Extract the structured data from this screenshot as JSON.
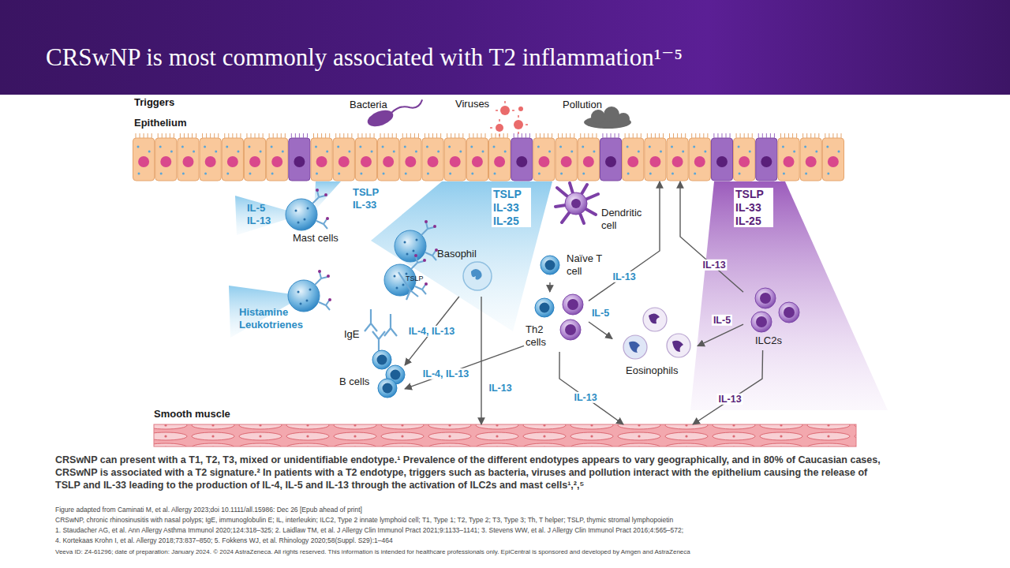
{
  "diagram": {
    "title": "CRSwNP is most commonly associated with T2 inflammation¹⁻⁵",
    "caption": "CRSwNP can present with a T1, T2, T3, mixed or unidentifiable endotype.¹ Prevalence of the different endotypes appears to vary geographically, and in 80% of Caucasian cases, CRSwNP is associated with a T2 signature.² In patients with a T2 endotype, triggers such as bacteria, viruses and pollution interact with the epithelium causing the release of TSLP and IL-33 leading to the production of IL-4, IL-5 and IL-13 through the activation of ILC2s and mast cells¹,²,⁵",
    "nodes": [
      {
        "text": [
          "Epithelium"
        ]
      },
      {
        "text": [
          "Mast cells"
        ]
      },
      {
        "text": [
          "Dendritic cell"
        ]
      },
      {
        "text": [
          "Basophil"
        ]
      },
      {
        "text": [
          "Naïve T cell"
        ]
      },
      {
        "text": [
          "Th2 cells"
        ]
      },
      {
        "text": [
          "Eosinophils"
        ]
      },
      {
        "text": [
          "ILC2s"
        ]
      },
      {
        "text": [
          "B cells"
        ]
      },
      {
        "text": [
          "Smooth muscle"
        ]
      }
    ],
    "edges": [
      {
        "from": 4,
        "to": 5,
        "arrow": "to"
      },
      {
        "from": 5,
        "to": 0,
        "label": "IL-13",
        "arrow": "to"
      },
      {
        "from": 7,
        "to": 0,
        "label": "IL-13",
        "arrow": "to"
      },
      {
        "from": 5,
        "to": 6,
        "label": "IL-5",
        "arrow": "to"
      },
      {
        "from": 7,
        "to": 6,
        "label": "IL-5",
        "arrow": "to"
      },
      {
        "from": 3,
        "to": 8,
        "label": "IL-4, IL-13",
        "arrow": "to"
      },
      {
        "from": 5,
        "to": 8,
        "label": "IL-4, IL-13",
        "arrow": "to"
      },
      {
        "from": 3,
        "to": 9,
        "label": "IL-13",
        "arrow": "to"
      },
      {
        "from": 5,
        "to": 9,
        "label": "IL-13",
        "arrow": "to"
      },
      {
        "from": 7,
        "to": 9,
        "label": "IL-13",
        "arrow": "to"
      }
    ],
    "labels": [
      "Triggers",
      "Bacteria",
      "Viruses",
      "Pollution",
      "IL-5 IL-13",
      "TSLP IL-33",
      "TSLP IL-33 IL-25",
      "TSLP",
      "TSLP IL-33 IL-25",
      "Histamine Leukotrienes",
      "IgE",
      "Figure adapted from Caminati M, et al. Allergy 2023;doi 10.1111/all.15986: Dec 26 [Epub ahead of print]",
      "CRSwNP, chronic rhinosinusitis with nasal polyps; IgE, immunoglobulin E; IL, interleukin; ILC2, Type 2 innate lymphoid cell; T1, Type 1; T2, Type 2; T3, Type 3; Th, T helper; TSLP, thymic stromal lymphopoietin",
      "1. Staudacher AG, et al. Ann Allergy Asthma Immunol 2020;124:318–325; 2. Laidlaw TM, et al. J Allergy Clin Immunol Pract 2021;9:1133–1141; 3. Stevens WW, et al. J Allergy Clin Immunol Pract 2016;4:565–572;",
      "4. Kortekaas Krohn I, et al. Allergy 2018;73:837–850; 5. Fokkens WJ, et al. Rhinology 2020;58(Suppl. S29):1–464",
      "Veeva ID: Z4-61296; date of preparation: January 2024. © 2024 AstraZeneca. All rights reserved. This information is intended for healthcare professionals only. EpiCentral is sponsored and developed by Amgen and AstraZeneca"
    ]
  }
}
